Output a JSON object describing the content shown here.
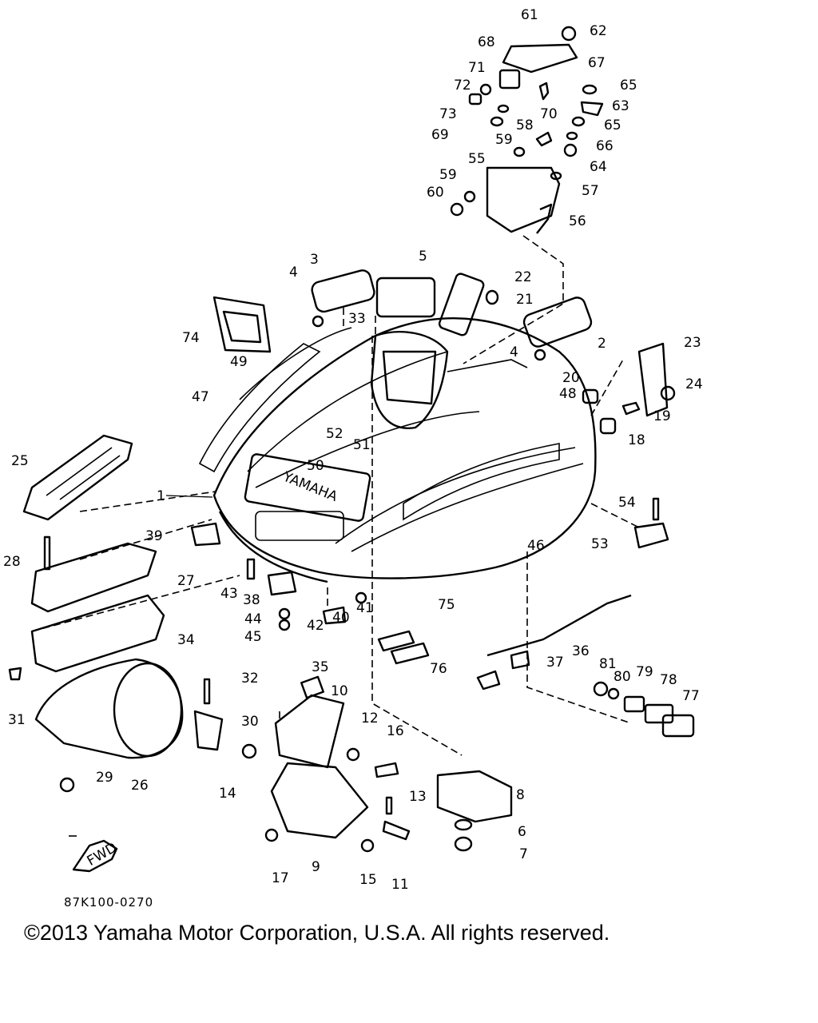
{
  "diagram": {
    "callouts": [
      "1",
      "2",
      "3",
      "4",
      "4",
      "5",
      "6",
      "7",
      "8",
      "9",
      "10",
      "11",
      "12",
      "13",
      "14",
      "15",
      "16",
      "17",
      "18",
      "19",
      "20",
      "21",
      "22",
      "23",
      "24",
      "25",
      "26",
      "27",
      "28",
      "29",
      "30",
      "31",
      "32",
      "33",
      "34",
      "35",
      "36",
      "37",
      "38",
      "39",
      "40",
      "41",
      "42",
      "43",
      "44",
      "45",
      "46",
      "47",
      "48",
      "49",
      "50",
      "51",
      "52",
      "53",
      "54",
      "55",
      "56",
      "57",
      "58",
      "59",
      "59",
      "60",
      "61",
      "62",
      "63",
      "64",
      "65",
      "65",
      "66",
      "67",
      "68",
      "69",
      "70",
      "71",
      "72",
      "73",
      "74",
      "75",
      "76",
      "77",
      "78",
      "79",
      "80",
      "81"
    ],
    "hood_brand": "YAMAHA",
    "fwd_label": "FWD"
  },
  "drawing_code": "87K100-0270",
  "copyright": "©2013 Yamaha Motor Corporation, U.S.A. All rights reserved."
}
